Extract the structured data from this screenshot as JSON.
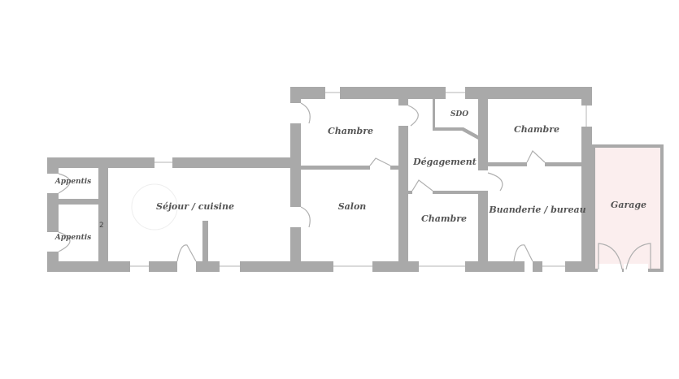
{
  "plan": {
    "rooms": {
      "appentis_top": "Appentis",
      "appentis_bottom": "Appentis",
      "sejour": "Séjour / cuisine",
      "chambre_1": "Chambre",
      "salon": "Salon",
      "sdo": "SDO",
      "degagement": "Dégagement",
      "chambre_2": "Chambre",
      "chambre_3": "Chambre",
      "buanderie": "Buanderie / bureau",
      "garage": "Garage"
    },
    "marker": "2",
    "colors": {
      "wall": "#a9a9a9",
      "garage_fill": "#fbeeee"
    }
  }
}
